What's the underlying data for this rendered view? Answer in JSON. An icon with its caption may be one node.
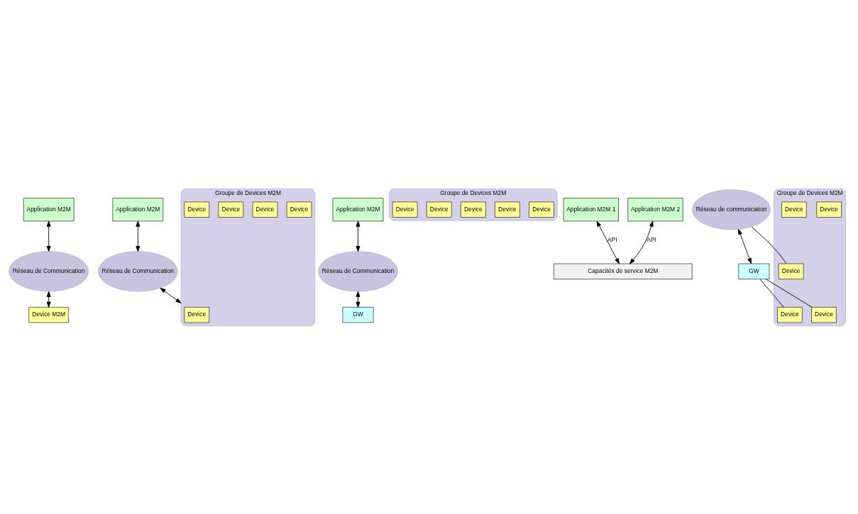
{
  "diagram": {
    "nodes": [
      {
        "text": [
          "Application M2M"
        ]
      },
      {
        "text": [
          "Réseau de Communication"
        ]
      },
      {
        "text": [
          "Device M2M"
        ]
      },
      {
        "text": [
          "Application M2M"
        ]
      },
      {
        "text": [
          "Réseau de Communication"
        ]
      },
      {
        "text": [
          "Groupe de Devices M2M"
        ]
      },
      {
        "text": [
          "Device"
        ],
        "in": 5
      },
      {
        "text": [
          "Device"
        ],
        "in": 5
      },
      {
        "text": [
          "Device"
        ],
        "in": 5
      },
      {
        "text": [
          "Device"
        ],
        "in": 5
      },
      {
        "text": [
          "Device"
        ],
        "in": 5
      },
      {
        "text": [
          "Application M2M"
        ]
      },
      {
        "text": [
          "Réseau de Communication"
        ]
      },
      {
        "text": [
          "GW"
        ]
      },
      {
        "text": [
          "Groupe de Devices M2M"
        ]
      },
      {
        "text": [
          "Device"
        ],
        "in": 14
      },
      {
        "text": [
          "Device"
        ],
        "in": 14
      },
      {
        "text": [
          "Device"
        ],
        "in": 14
      },
      {
        "text": [
          "Device"
        ],
        "in": 14
      },
      {
        "text": [
          "Device"
        ],
        "in": 14
      },
      {
        "text": [
          "Application M2M 1"
        ]
      },
      {
        "text": [
          "Application M2M 2"
        ]
      },
      {
        "text": [
          "Capacités de service M2M"
        ]
      },
      {
        "text": [
          "Réseau de communication"
        ]
      },
      {
        "text": [
          "GW"
        ]
      },
      {
        "text": [
          "Groupe de Devices M2M"
        ]
      },
      {
        "text": [
          "Device"
        ],
        "in": 25
      },
      {
        "text": [
          "Device"
        ],
        "in": 25
      },
      {
        "text": [
          "Device"
        ],
        "in": 25
      },
      {
        "text": [
          "Device"
        ],
        "in": 25
      },
      {
        "text": [
          "Device"
        ],
        "in": 25
      }
    ],
    "edges": [
      {
        "from": 0,
        "to": 1,
        "arrow": "both"
      },
      {
        "from": 1,
        "to": 2,
        "arrow": "both"
      },
      {
        "from": 3,
        "to": 4,
        "arrow": "both"
      },
      {
        "from": 4,
        "to": 5,
        "arrow": "both"
      },
      {
        "from": 11,
        "to": 12,
        "arrow": "both"
      },
      {
        "from": 12,
        "to": 13,
        "arrow": "both"
      },
      {
        "from": 20,
        "to": 22,
        "arrow": "both",
        "label": "API"
      },
      {
        "from": 21,
        "to": 22,
        "arrow": "both",
        "label": "API"
      },
      {
        "from": 23,
        "to": 24,
        "arrow": "both"
      },
      {
        "from": 24,
        "to": 26,
        "arrow": "none"
      },
      {
        "from": 24,
        "to": 27,
        "arrow": "none"
      },
      {
        "from": 23,
        "to": 28,
        "arrow": "none"
      }
    ]
  }
}
